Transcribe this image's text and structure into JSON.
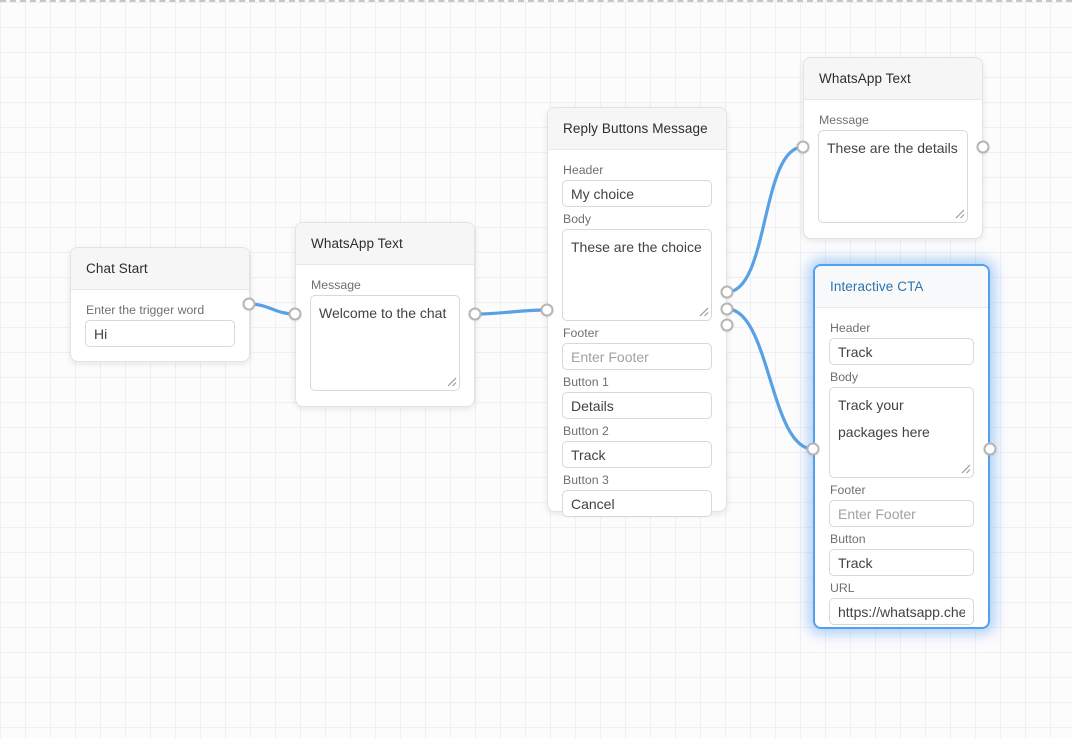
{
  "colors": {
    "edge": "#58a1e4",
    "selection": "#53a0ef",
    "selected_title": "#2e74ad"
  },
  "nodes": [
    {
      "title": "Chat Start",
      "fields": [
        {
          "label": "Enter the trigger word",
          "type": "input",
          "value": "Hi",
          "placeholder": ""
        }
      ]
    },
    {
      "title": "WhatsApp Text",
      "fields": [
        {
          "label": "Message",
          "type": "textarea",
          "value": "Welcome to the chat",
          "placeholder": ""
        }
      ]
    },
    {
      "title": "Reply Buttons Message",
      "fields": [
        {
          "label": "Header",
          "type": "input",
          "value": "My choice",
          "placeholder": ""
        },
        {
          "label": "Body",
          "type": "textarea",
          "value": "These are the choice",
          "placeholder": ""
        },
        {
          "label": "Footer",
          "type": "input",
          "value": "",
          "placeholder": "Enter Footer"
        },
        {
          "label": "Button 1",
          "type": "input",
          "value": "Details",
          "placeholder": ""
        },
        {
          "label": "Button 2",
          "type": "input",
          "value": "Track",
          "placeholder": ""
        },
        {
          "label": "Button 3",
          "type": "input",
          "value": "Cancel",
          "placeholder": ""
        }
      ]
    },
    {
      "title": "WhatsApp Text",
      "fields": [
        {
          "label": "Message",
          "type": "textarea",
          "value": "These are the details",
          "placeholder": ""
        }
      ]
    },
    {
      "title": "Interactive CTA",
      "selected": true,
      "fields": [
        {
          "label": "Header",
          "type": "input",
          "value": "Track",
          "placeholder": ""
        },
        {
          "label": "Body",
          "type": "textarea",
          "value": "Track your packages here",
          "placeholder": ""
        },
        {
          "label": "Footer",
          "type": "input",
          "value": "",
          "placeholder": "Enter Footer"
        },
        {
          "label": "Button",
          "type": "input",
          "value": "Track",
          "placeholder": ""
        },
        {
          "label": "URL",
          "type": "input",
          "value": "https://whatsapp.che",
          "placeholder": ""
        }
      ]
    }
  ]
}
